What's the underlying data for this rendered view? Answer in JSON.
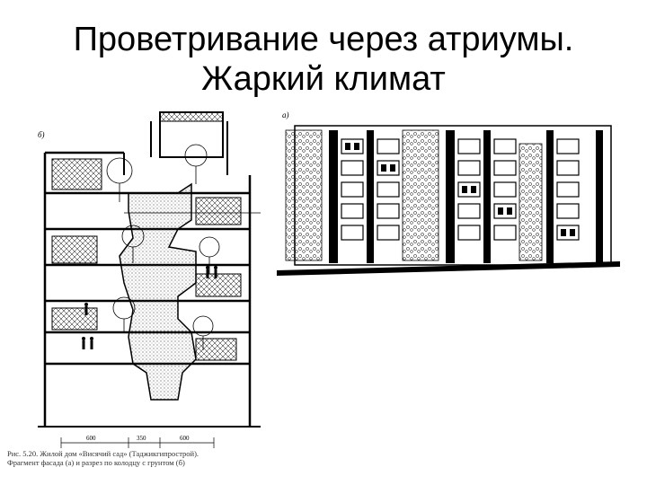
{
  "slide": {
    "title_line1": "Проветривание через атриумы.",
    "title_line2": "Жаркий климат"
  },
  "figure_section": {
    "panel_label": "б)",
    "dimensions": [
      "600",
      "350",
      "600"
    ]
  },
  "figure_facade": {
    "panel_label": "а)"
  },
  "caption": {
    "line1": "Рис. 5.20. Жилой дом «Висячий сад» (Таджикгипрострой).",
    "line2": "Фрагмент фасада (а) и разрез по колодцу с грунтом (б)"
  }
}
